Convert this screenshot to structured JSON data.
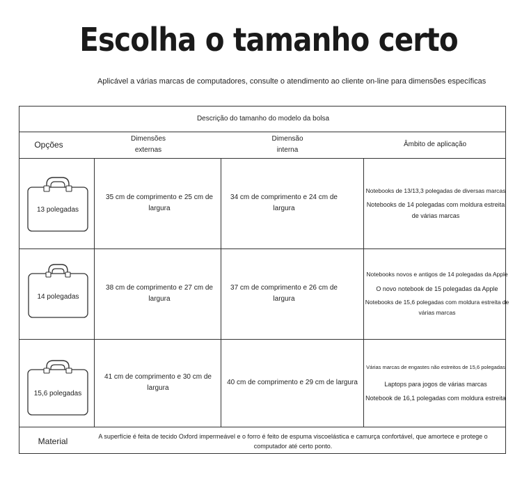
{
  "title": "Escolha o tamanho certo",
  "subtitle": "Aplicável a várias marcas de computadores, consulte o atendimento ao cliente on-line para dimensões específicas",
  "table": {
    "caption": "Descrição do tamanho do modelo da bolsa",
    "headers": {
      "options": "Opções",
      "external_line1": "Dimensões",
      "external_line2": "externas",
      "internal_line1": "Dimensão",
      "internal_line2": "interna",
      "scope": "Âmbito de aplicação"
    },
    "rows": [
      {
        "size": "13 polegadas",
        "external": "35 cm de comprimento e 25 cm de largura",
        "internal": "34 cm de comprimento e 24 cm de largura",
        "scope": [
          "Notebooks de 13/13,3 polegadas de diversas marcas",
          "Notebooks de 14 polegadas com moldura estreita",
          "de várias marcas"
        ]
      },
      {
        "size": "14 polegadas",
        "external": "38 cm de comprimento e 27 cm de largura",
        "internal": "37 cm de comprimento e 26 cm de largura",
        "scope": [
          "Notebooks novos e antigos de 14 polegadas da Apple",
          "O novo notebook de 15 polegadas da Apple",
          "Notebooks de 15,6 polegadas com moldura estreita de",
          "várias marcas"
        ]
      },
      {
        "size": "15,6 polegadas",
        "external": "41 cm de comprimento e 30 cm de largura",
        "internal": "40 cm de comprimento e 29 cm de largura",
        "scope": [
          "Várias marcas de engastes não estreitos de 15,6 polegadas",
          "Laptops para jogos de várias marcas",
          "Notebook de 16,1 polegadas com moldura estreita"
        ]
      }
    ],
    "material": {
      "label": "Material",
      "text_line1": "A superfície é feita de tecido Oxford impermeável e o forro é feito de espuma viscoelástica e camurça confortável, que amortece e protege o",
      "text_line2": "computador até certo ponto."
    }
  },
  "icons": {
    "bag": "laptop-bag-icon"
  }
}
